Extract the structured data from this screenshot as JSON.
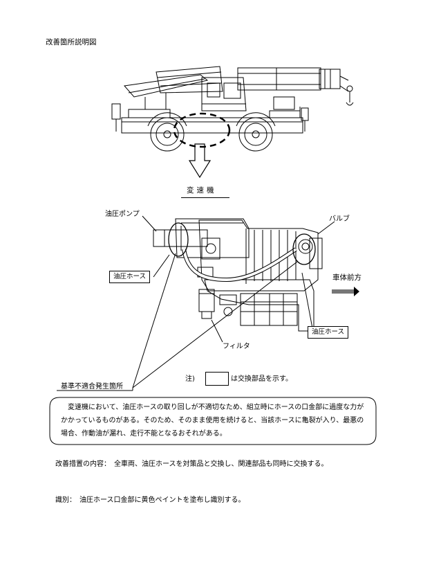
{
  "title": "改善箇所説明図",
  "section_label": "変速機",
  "labels": {
    "hydraulic_pump": "油圧ポンプ",
    "valve": "バルブ",
    "hose_left": "油圧ホース",
    "hose_right": "油圧ホース",
    "vehicle_front": "車体前方",
    "filter": "フィルタ",
    "defect_location": "基準不適合発生箇所"
  },
  "note": {
    "prefix": "注)",
    "suffix": "は交換部品を示す。"
  },
  "callout": {
    "text": "変速機において、油圧ホースの取り回しが不適切なため、組立時にホースの口金部に過度な力がかかっているものがある。そのため、そのまま使用を続けると、当該ホースに亀裂が入り、最悪の場合、作動油が漏れ、走行不能となるおそれがある。"
  },
  "measure": "改善措置の内容：　全車両、油圧ホースを対策品と交換し、関連部品も同時に交換する。",
  "identification": "識別：　油圧ホース口金部に黄色ペイントを塗布し識別する。"
}
